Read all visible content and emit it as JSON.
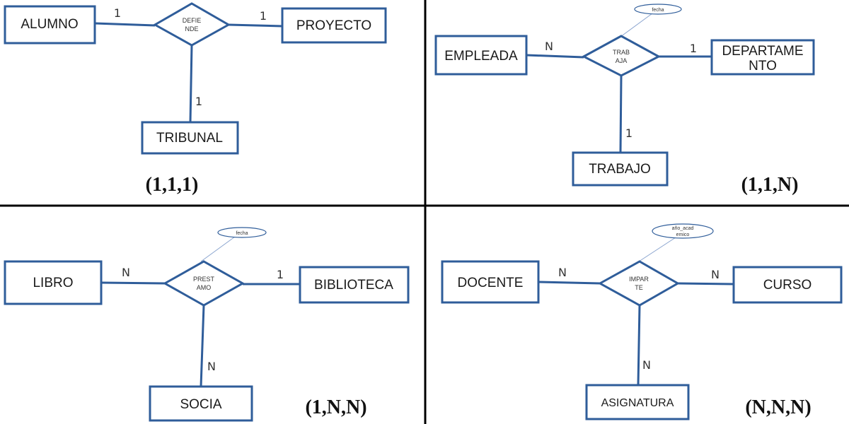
{
  "quadrants": [
    {
      "entities": [
        "ALUMNO",
        "PROYECTO",
        "TRIBUNAL"
      ],
      "relationship": [
        "DEFIE",
        "NDE"
      ],
      "cardinalities": [
        "1",
        "1",
        "1"
      ],
      "attribute": null,
      "ratio": "(1,1,1)"
    },
    {
      "entities": [
        "EMPLEADA",
        "DEPARTAME",
        "NTO",
        "TRABAJO"
      ],
      "relationship": [
        "TRAB",
        "AJA"
      ],
      "cardinalities": [
        "N",
        "1",
        "1"
      ],
      "attribute": [
        "fecha"
      ],
      "ratio": "(1,1,N)"
    },
    {
      "entities": [
        "LIBRO",
        "BIBLIOTECA",
        "SOCIA"
      ],
      "relationship": [
        "PREST",
        "AMO"
      ],
      "cardinalities": [
        "N",
        "1",
        "N"
      ],
      "attribute": [
        "fecha"
      ],
      "ratio": "(1,N,N)"
    },
    {
      "entities": [
        "DOCENTE",
        "CURSO",
        "ASIGNATURA"
      ],
      "relationship": [
        "IMPAR",
        "TE"
      ],
      "cardinalities": [
        "N",
        "N",
        "N"
      ],
      "attribute": [
        "año_acad",
        "emico"
      ],
      "ratio": "(N,N,N)"
    }
  ]
}
